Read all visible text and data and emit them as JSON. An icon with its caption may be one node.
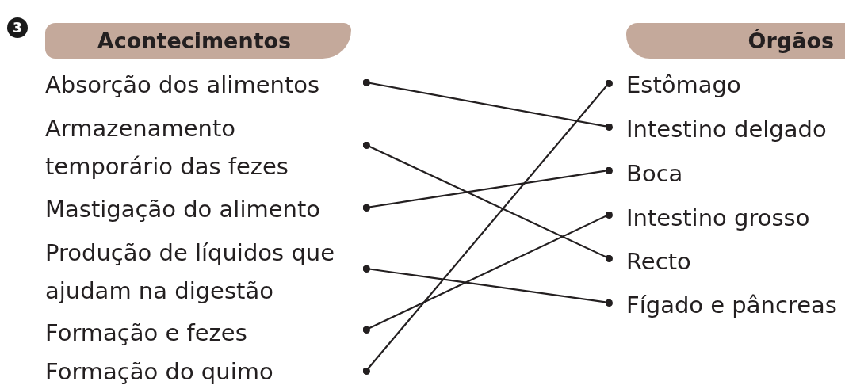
{
  "diagram": {
    "nodes": [
      {
        "text": [
          "3"
        ]
      },
      {
        "text": [
          "Acontecimentos"
        ]
      },
      {
        "text": [
          "Órgãos"
        ]
      },
      {
        "text": [
          "Absorção dos alimentos"
        ]
      },
      {
        "text": [
          "Armazenamento temporário das fezes"
        ]
      },
      {
        "text": [
          "Mastigação do alimento"
        ]
      },
      {
        "text": [
          "Produção de líquidos que ajudam na digestão"
        ]
      },
      {
        "text": [
          "Formação e fezes"
        ]
      },
      {
        "text": [
          "Formação do quimo"
        ]
      },
      {
        "text": [
          "Estômago"
        ]
      },
      {
        "text": [
          "Intestino delgado"
        ]
      },
      {
        "text": [
          "Boca"
        ]
      },
      {
        "text": [
          "Intestino grosso"
        ]
      },
      {
        "text": [
          "Recto"
        ]
      },
      {
        "text": [
          "Fígado e pâncreas"
        ]
      }
    ],
    "edges": [
      {
        "from": 3,
        "to": 10,
        "arrow": "other"
      },
      {
        "from": 4,
        "to": 13,
        "arrow": "other"
      },
      {
        "from": 5,
        "to": 11,
        "arrow": "other"
      },
      {
        "from": 6,
        "to": 14,
        "arrow": "other"
      },
      {
        "from": 7,
        "to": 12,
        "arrow": "other"
      },
      {
        "from": 8,
        "to": 9,
        "arrow": "other"
      }
    ]
  }
}
